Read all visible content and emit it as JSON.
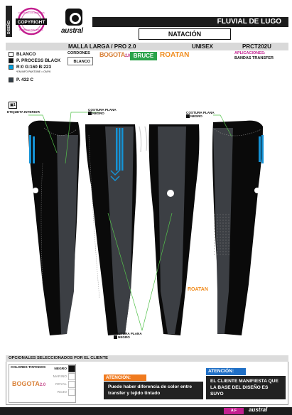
{
  "header": {
    "copyright_top": "CONTENIDO CON DERECHOS",
    "copyright_label": "COPYRIGHT",
    "copyright_bottom": "PROPIEDAD INTELECTUAL",
    "side_text": "DISEÑO",
    "brand": "austral",
    "client": "FLUVIAL DE LUGO",
    "discipline": "NATACIÓN"
  },
  "info": {
    "product": "MALLA LARGA / PRO 2.0",
    "gender": "UNISEX",
    "code": "PRCT202U"
  },
  "colors": {
    "items": [
      {
        "label": "BLANCO",
        "hex": "#ffffff"
      },
      {
        "label": "P. PROCESS BLACK",
        "hex": "#111111"
      },
      {
        "label": "R:0 G:160 B:223",
        "hex": "#00a0df"
      },
      {
        "label": "P. 432 C",
        "hex": "#333f48"
      }
    ],
    "note": "*EN INFO PANTONE = CMYK"
  },
  "cordones": {
    "title": "CORDONES",
    "value": "BLANCO"
  },
  "brands": {
    "bogota": "BOGOTA",
    "bogota_version": "2.0",
    "bruce": "BRUCE 2.0",
    "roatan": "ROATAN"
  },
  "aplicaciones": {
    "title": "APLICACIONES:",
    "value": "BANDAS TRANSFER"
  },
  "callouts": {
    "etiqueta": "ETIQUETA INTERIOR",
    "costura_left": "COSTURA PLANA",
    "costura_left_color": "NEGRO",
    "costura_right": "COSTURA PLANA",
    "costura_right_color": "NEGRO",
    "costura_bottom": "COSTURA PLANA",
    "costura_bottom_color": "NEGRO",
    "roatan_tag": "ROATAN"
  },
  "drawing_colors": {
    "body": "#0a0a0a",
    "panel": "#3c3f44",
    "accent": "#1593d6",
    "stitch": "#8a8a8a",
    "green": "#53c24b"
  },
  "footer": {
    "title": "OPCIONALES SELECCIONADOS POR EL CLIENTE",
    "tint_label": "COLORES TINTADOS",
    "tint_brand": "BOGOTA",
    "tint_brand_version": "2.0",
    "tints": [
      "NEGRO",
      "MARINO",
      "ROYAL",
      "ROJO"
    ],
    "warn1_title": "ATENCIÓN:",
    "warn1_text": "Puede haber diferencia de color entre transfer y tejido tintado",
    "warn2_title": "ATENCIÓN:",
    "warn2_text": "EL CLIENTE MANIFIESTA QUE LA BASE DEL DISEÑO ES SUYO",
    "code": "A.F",
    "brand": "austral"
  }
}
